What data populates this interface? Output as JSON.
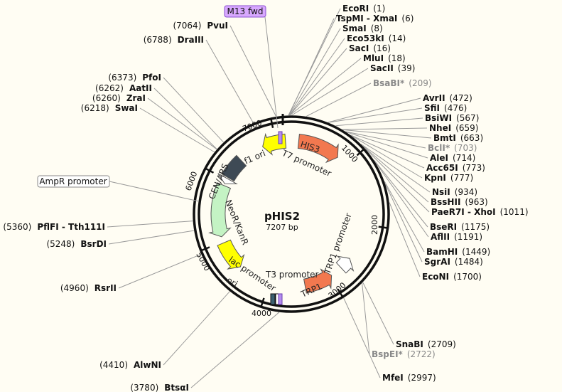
{
  "plasmid": {
    "name": "pHIS2",
    "size_label": "7207 bp",
    "length": 7207
  },
  "ticks": [
    {
      "pos": 1000,
      "label": "1000"
    },
    {
      "pos": 2000,
      "label": "2000"
    },
    {
      "pos": 3000,
      "label": "3000"
    },
    {
      "pos": 4000,
      "label": "4000"
    },
    {
      "pos": 5000,
      "label": "5000"
    },
    {
      "pos": 6000,
      "label": "6000"
    },
    {
      "pos": 7000,
      "label": "7000"
    }
  ],
  "features": [
    {
      "id": "his3",
      "label": "HIS3",
      "start": 150,
      "end": 820,
      "dir": 1,
      "color": "#f2784f",
      "ring": "inner"
    },
    {
      "id": "trp1",
      "label": "TRP1",
      "start": 2970,
      "end": 3420,
      "dir": -1,
      "color": "#f2784f",
      "ring": "inner"
    },
    {
      "id": "trp1-promoter",
      "label": "",
      "start": 2580,
      "end": 2780,
      "dir": -1,
      "color": "#ffffff",
      "ring": "inner"
    },
    {
      "id": "ori",
      "label": "ori",
      "start": 4520,
      "end": 4980,
      "dir": -1,
      "color": "#ffff00",
      "ring": "inner"
    },
    {
      "id": "neor-kanr",
      "label": "",
      "start": 5080,
      "end": 5900,
      "dir": -1,
      "color": "#c4f3c4",
      "ring": "inner"
    },
    {
      "id": "ampr-promoter",
      "label": "",
      "start": 5930,
      "end": 6020,
      "dir": -1,
      "color": "#ffffff",
      "ring": "inner"
    },
    {
      "id": "cen-ars",
      "label": "",
      "start": 6040,
      "end": 6380,
      "dir": 0,
      "color": "#3e4a55",
      "ring": "inner"
    },
    {
      "id": "f1-ori",
      "label": "",
      "start": 6780,
      "end": 7150,
      "dir": -1,
      "color": "#ffff00",
      "ring": "inner"
    }
  ],
  "feature_labels": [
    {
      "id": "his3-label",
      "text": "HIS3"
    },
    {
      "id": "t7-promoter-label",
      "text": "T7 promoter"
    },
    {
      "id": "trp1-promoter-label",
      "text": "TRP1 promoter"
    },
    {
      "id": "trp1-label",
      "text": "TRP1"
    },
    {
      "id": "t3-promoter-label",
      "text": "T3 promoter"
    },
    {
      "id": "lac-promoter-label",
      "text": "lac promoter"
    },
    {
      "id": "ori-label",
      "text": "ori"
    },
    {
      "id": "neor-label",
      "text": "NeoR/KanR"
    },
    {
      "id": "cen-label",
      "text": "CEN/ARS"
    },
    {
      "id": "f1-label",
      "text": "f1 ori"
    }
  ],
  "primer": {
    "label": "M13 fwd"
  },
  "boxed_feature": {
    "label": "AmpR promoter"
  },
  "sites_right": [
    {
      "name": "EcoRI",
      "pos": "(1)",
      "bp": 1
    },
    {
      "name": "TspMI - XmaI",
      "pos": "(6)",
      "bp": 6
    },
    {
      "name": "SmaI",
      "pos": "(8)",
      "bp": 8
    },
    {
      "name": "Eco53kI",
      "pos": "(14)",
      "bp": 14
    },
    {
      "name": "SacI",
      "pos": "(16)",
      "bp": 16
    },
    {
      "name": "MluI",
      "pos": "(18)",
      "bp": 18
    },
    {
      "name": "SacII",
      "pos": "(39)",
      "bp": 39
    },
    {
      "name": "BsaBI*",
      "pos": "(209)",
      "bp": 209,
      "muted": true
    },
    {
      "name": "AvrII",
      "pos": "(472)",
      "bp": 472
    },
    {
      "name": "SfiI",
      "pos": "(476)",
      "bp": 476
    },
    {
      "name": "BsiWI",
      "pos": "(567)",
      "bp": 567
    },
    {
      "name": "NheI",
      "pos": "(659)",
      "bp": 659
    },
    {
      "name": "BmtI",
      "pos": "(663)",
      "bp": 663
    },
    {
      "name": "BclI*",
      "pos": "(703)",
      "bp": 703,
      "muted": true
    },
    {
      "name": "AleI",
      "pos": "(714)",
      "bp": 714
    },
    {
      "name": "Acc65I",
      "pos": "(773)",
      "bp": 773
    },
    {
      "name": "KpnI",
      "pos": "(777)",
      "bp": 777
    },
    {
      "name": "NsiI",
      "pos": "(934)",
      "bp": 934
    },
    {
      "name": "BssHII",
      "pos": "(963)",
      "bp": 963
    },
    {
      "name": "PaeR7I - XhoI",
      "pos": "(1011)",
      "bp": 1011
    },
    {
      "name": "BseRI",
      "pos": "(1175)",
      "bp": 1175
    },
    {
      "name": "AflII",
      "pos": "(1191)",
      "bp": 1191
    },
    {
      "name": "BamHI",
      "pos": "(1449)",
      "bp": 1449
    },
    {
      "name": "SgrAI",
      "pos": "(1484)",
      "bp": 1484
    },
    {
      "name": "EcoNI",
      "pos": "(1700)",
      "bp": 1700
    },
    {
      "name": "SnaBI",
      "pos": "(2709)",
      "bp": 2709
    },
    {
      "name": "BspEI*",
      "pos": "(2722)",
      "bp": 2722,
      "muted": true
    },
    {
      "name": "MfeI",
      "pos": "(2997)",
      "bp": 2997
    }
  ],
  "sites_left": [
    {
      "name": "PvuI",
      "pos": "(7064)",
      "bp": 7064
    },
    {
      "name": "DraIII",
      "pos": "(6788)",
      "bp": 6788
    },
    {
      "name": "PfoI",
      "pos": "(6373)",
      "bp": 6373
    },
    {
      "name": "AatII",
      "pos": "(6262)",
      "bp": 6262
    },
    {
      "name": "ZraI",
      "pos": "(6260)",
      "bp": 6260
    },
    {
      "name": "SwaI",
      "pos": "(6218)",
      "bp": 6218
    },
    {
      "name": "PflFI - Tth111I",
      "pos": "(5360)",
      "bp": 5360
    },
    {
      "name": "BsrDI",
      "pos": "(5248)",
      "bp": 5248
    },
    {
      "name": "RsrII",
      "pos": "(4960)",
      "bp": 4960
    },
    {
      "name": "AlwNI",
      "pos": "(4410)",
      "bp": 4410
    },
    {
      "name": "BtsαI",
      "pos": "(3780)",
      "bp": 3780
    }
  ]
}
